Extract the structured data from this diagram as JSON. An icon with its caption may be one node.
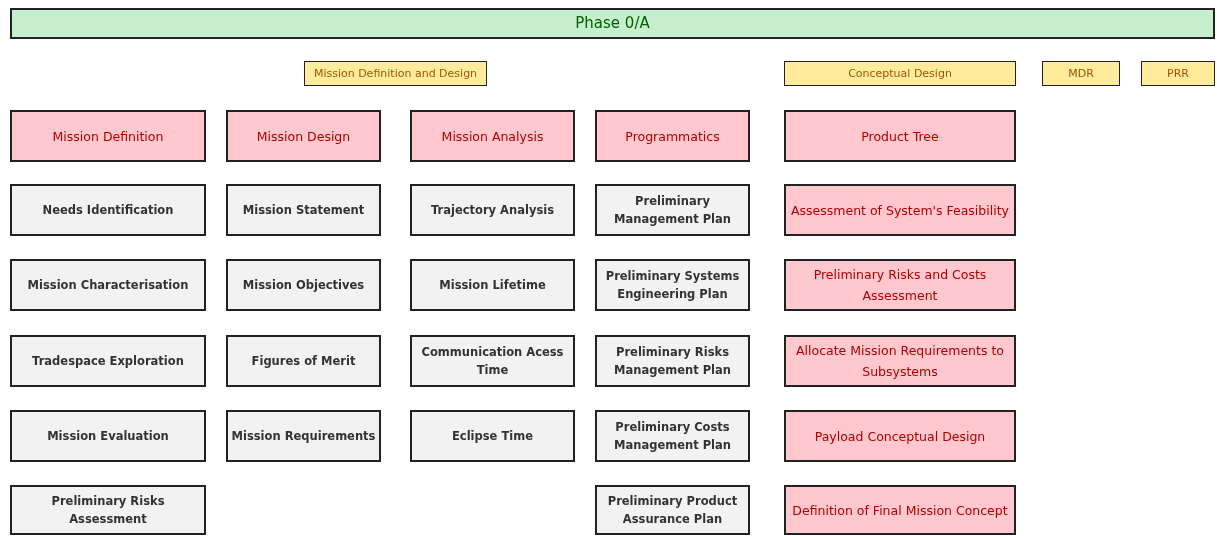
{
  "diagram": {
    "nodes": [
      {
        "text": [
          "Phase 0/A"
        ]
      },
      {
        "text": [
          "Mission Definition and Design"
        ]
      },
      {
        "text": [
          "Conceptual Design"
        ]
      },
      {
        "text": [
          "MDR"
        ]
      },
      {
        "text": [
          "PRR"
        ]
      },
      {
        "text": [
          "Mission Definition"
        ]
      },
      {
        "text": [
          "Mission Design"
        ]
      },
      {
        "text": [
          "Mission Analysis"
        ]
      },
      {
        "text": [
          "Programmatics"
        ]
      },
      {
        "text": [
          "Product Tree"
        ]
      },
      {
        "text": [
          "Needs Identification"
        ]
      },
      {
        "text": [
          "Mission Statement"
        ]
      },
      {
        "text": [
          "Trajectory Analysis"
        ]
      },
      {
        "text": [
          "Preliminary Management Plan"
        ]
      },
      {
        "text": [
          "Assessment of System's Feasibility"
        ]
      },
      {
        "text": [
          "Mission Characterisation"
        ]
      },
      {
        "text": [
          "Mission Objectives"
        ]
      },
      {
        "text": [
          "Mission Lifetime"
        ]
      },
      {
        "text": [
          "Preliminary Systems Engineering Plan"
        ]
      },
      {
        "text": [
          "Preliminary Risks and Costs Assessment"
        ]
      },
      {
        "text": [
          "Tradespace Exploration"
        ]
      },
      {
        "text": [
          "Figures of Merit"
        ]
      },
      {
        "text": [
          "Communication Acess Time"
        ]
      },
      {
        "text": [
          "Preliminary Risks Management Plan"
        ]
      },
      {
        "text": [
          "Allocate Mission Requirements to Subsystems"
        ]
      },
      {
        "text": [
          "Mission Evaluation"
        ]
      },
      {
        "text": [
          "Mission Requirements"
        ]
      },
      {
        "text": [
          "Eclipse Time"
        ]
      },
      {
        "text": [
          "Preliminary Costs Management Plan"
        ]
      },
      {
        "text": [
          "Payload Conceptual Design"
        ]
      },
      {
        "text": [
          "Preliminary Risks Assessment"
        ]
      },
      {
        "text": [
          "Preliminary Product Assurance Plan"
        ]
      },
      {
        "text": [
          "Definition of Final Mission Concept"
        ]
      }
    ]
  }
}
